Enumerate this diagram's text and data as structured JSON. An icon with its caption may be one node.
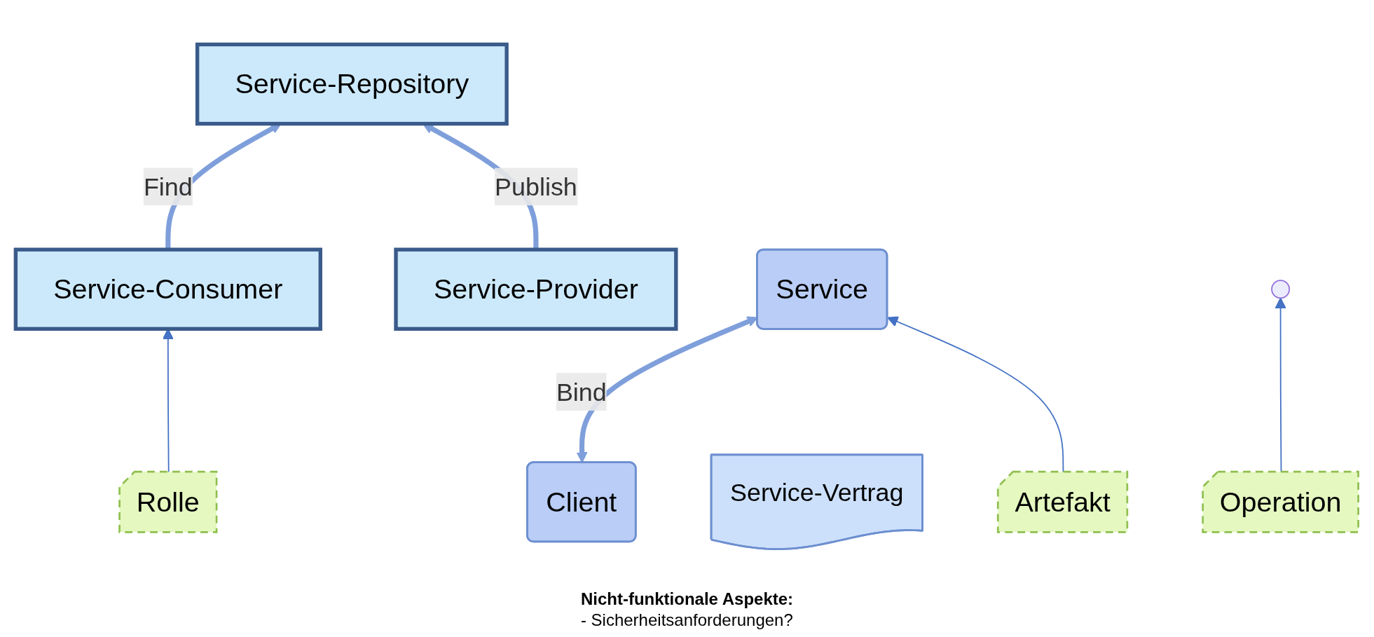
{
  "diagram": {
    "nodes": [
      {
        "text": [
          "Service-Repository"
        ]
      },
      {
        "text": [
          "Operation"
        ]
      },
      {
        "text": [
          "Service-Consumer"
        ]
      },
      {
        "text": [
          "Client"
        ]
      },
      {
        "text": [
          "Service-Vertrag"
        ]
      },
      {
        "text": [
          "Service-Provider"
        ]
      },
      {
        "text": [
          "Service"
        ]
      },
      {
        "text": [
          "Rolle"
        ]
      },
      {
        "text": [
          "Artefakt"
        ]
      }
    ],
    "edges": [
      {
        "from": 2,
        "to": 0,
        "arrow": "to",
        "label": "Find",
        "style": "thick"
      },
      {
        "from": 5,
        "to": 0,
        "arrow": "to",
        "label": "Publish",
        "style": "thick"
      },
      {
        "from": 1,
        "to": null,
        "arrow": "to",
        "color": "#4472c4"
      },
      {
        "from": 3,
        "to": 6,
        "arrow": "both",
        "label": "Bind",
        "style": "thick"
      },
      {
        "from": 7,
        "to": 2,
        "arrow": "to",
        "color": "#4472c4"
      },
      {
        "from": 8,
        "to": 6,
        "arrow": "to",
        "color": "#4472c4"
      }
    ],
    "labels": [
      "Nicht-funktionale Aspekte:",
      "- Sicherheitsanforderungen?"
    ]
  }
}
